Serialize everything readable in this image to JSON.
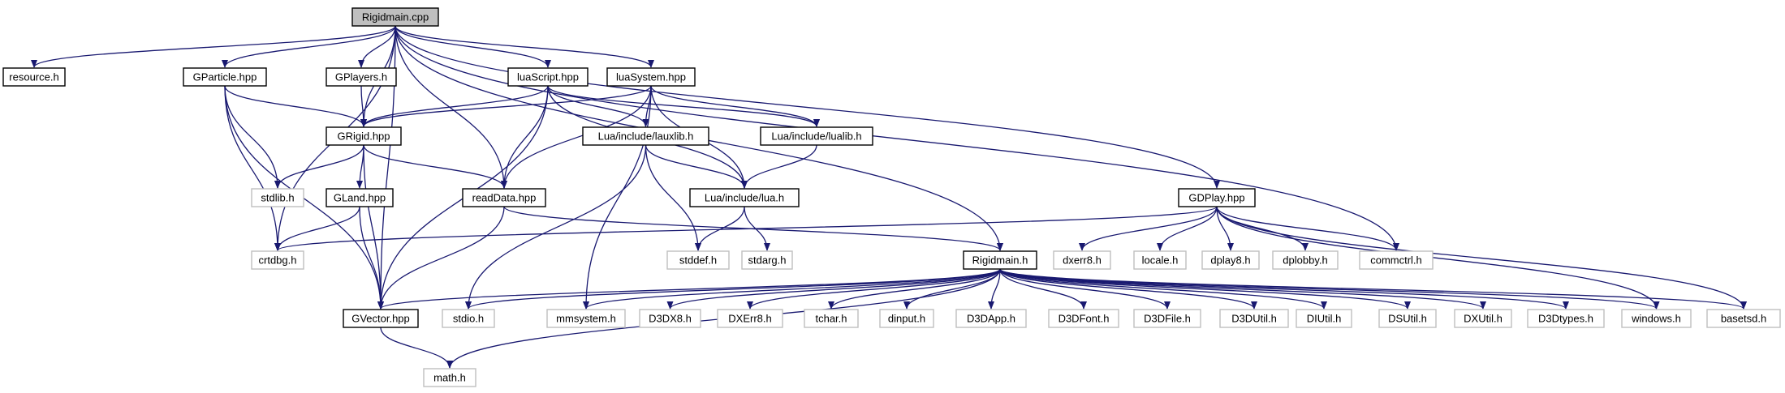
{
  "colors": {
    "edge": "#191970",
    "box_border_internal": "#000000",
    "box_border_external": "#bfbfbf",
    "root_fill": "#bfbfbf",
    "text": "#000000",
    "background": "#ffffff"
  },
  "nodes": [
    {
      "id": "n0",
      "label": "Rigidmain.cpp",
      "kind": "root"
    },
    {
      "id": "n1",
      "label": "resource.h",
      "kind": "internal"
    },
    {
      "id": "n2",
      "label": "GParticle.hpp",
      "kind": "internal"
    },
    {
      "id": "n3",
      "label": "GPlayers.h",
      "kind": "internal"
    },
    {
      "id": "n4",
      "label": "luaScript.hpp",
      "kind": "internal"
    },
    {
      "id": "n5",
      "label": "luaSystem.hpp",
      "kind": "internal"
    },
    {
      "id": "n6",
      "label": "GRigid.hpp",
      "kind": "internal"
    },
    {
      "id": "n7",
      "label": "Lua/include/lauxlib.h",
      "kind": "internal"
    },
    {
      "id": "n8",
      "label": "Lua/include/lualib.h",
      "kind": "internal"
    },
    {
      "id": "n9",
      "label": "stdlib.h",
      "kind": "external"
    },
    {
      "id": "n10",
      "label": "GLand.hpp",
      "kind": "internal"
    },
    {
      "id": "n11",
      "label": "readData.hpp",
      "kind": "internal"
    },
    {
      "id": "n12",
      "label": "Lua/include/lua.h",
      "kind": "internal"
    },
    {
      "id": "n13",
      "label": "GDPlay.hpp",
      "kind": "internal"
    },
    {
      "id": "n14",
      "label": "crtdbg.h",
      "kind": "external"
    },
    {
      "id": "n15",
      "label": "stddef.h",
      "kind": "external"
    },
    {
      "id": "n16",
      "label": "stdarg.h",
      "kind": "external"
    },
    {
      "id": "n17",
      "label": "dxerr8.h",
      "kind": "external"
    },
    {
      "id": "n18",
      "label": "locale.h",
      "kind": "external"
    },
    {
      "id": "n19",
      "label": "dplay8.h",
      "kind": "external"
    },
    {
      "id": "n20",
      "label": "dplobby.h",
      "kind": "external"
    },
    {
      "id": "n21",
      "label": "commctrl.h",
      "kind": "external"
    },
    {
      "id": "n22",
      "label": "Rigidmain.h",
      "kind": "internal"
    },
    {
      "id": "n23",
      "label": "GVector.hpp",
      "kind": "internal"
    },
    {
      "id": "n24",
      "label": "stdio.h",
      "kind": "external"
    },
    {
      "id": "n25",
      "label": "mmsystem.h",
      "kind": "external"
    },
    {
      "id": "n26",
      "label": "D3DX8.h",
      "kind": "external"
    },
    {
      "id": "n27",
      "label": "DXErr8.h",
      "kind": "external"
    },
    {
      "id": "n28",
      "label": "tchar.h",
      "kind": "external"
    },
    {
      "id": "n29",
      "label": "dinput.h",
      "kind": "external"
    },
    {
      "id": "n30",
      "label": "D3DApp.h",
      "kind": "external"
    },
    {
      "id": "n31",
      "label": "D3DFont.h",
      "kind": "external"
    },
    {
      "id": "n32",
      "label": "D3DFile.h",
      "kind": "external"
    },
    {
      "id": "n33",
      "label": "D3DUtil.h",
      "kind": "external"
    },
    {
      "id": "n34",
      "label": "DIUtil.h",
      "kind": "external"
    },
    {
      "id": "n35",
      "label": "DSUtil.h",
      "kind": "external"
    },
    {
      "id": "n36",
      "label": "DXUtil.h",
      "kind": "external"
    },
    {
      "id": "n37",
      "label": "D3Dtypes.h",
      "kind": "external"
    },
    {
      "id": "n38",
      "label": "windows.h",
      "kind": "external"
    },
    {
      "id": "n39",
      "label": "basetsd.h",
      "kind": "external"
    },
    {
      "id": "n40",
      "label": "math.h",
      "kind": "external"
    }
  ],
  "edges": [
    [
      "n0",
      "n1"
    ],
    [
      "n0",
      "n2"
    ],
    [
      "n0",
      "n3"
    ],
    [
      "n0",
      "n4"
    ],
    [
      "n0",
      "n5"
    ],
    [
      "n0",
      "n6"
    ],
    [
      "n0",
      "n11"
    ],
    [
      "n0",
      "n13"
    ],
    [
      "n0",
      "n14"
    ],
    [
      "n0",
      "n21"
    ],
    [
      "n0",
      "n22"
    ],
    [
      "n0",
      "n23"
    ],
    [
      "n2",
      "n6"
    ],
    [
      "n2",
      "n9"
    ],
    [
      "n2",
      "n14"
    ],
    [
      "n2",
      "n23"
    ],
    [
      "n3",
      "n6"
    ],
    [
      "n4",
      "n6"
    ],
    [
      "n4",
      "n7"
    ],
    [
      "n4",
      "n8"
    ],
    [
      "n4",
      "n11"
    ],
    [
      "n4",
      "n12"
    ],
    [
      "n4",
      "n23"
    ],
    [
      "n5",
      "n6"
    ],
    [
      "n5",
      "n7"
    ],
    [
      "n5",
      "n8"
    ],
    [
      "n5",
      "n11"
    ],
    [
      "n5",
      "n12"
    ],
    [
      "n5",
      "n25"
    ],
    [
      "n6",
      "n9"
    ],
    [
      "n6",
      "n10"
    ],
    [
      "n6",
      "n11"
    ],
    [
      "n6",
      "n23"
    ],
    [
      "n7",
      "n12"
    ],
    [
      "n7",
      "n15"
    ],
    [
      "n7",
      "n24"
    ],
    [
      "n8",
      "n12"
    ],
    [
      "n10",
      "n14"
    ],
    [
      "n10",
      "n23"
    ],
    [
      "n11",
      "n22"
    ],
    [
      "n11",
      "n23"
    ],
    [
      "n12",
      "n15"
    ],
    [
      "n12",
      "n16"
    ],
    [
      "n13",
      "n14"
    ],
    [
      "n13",
      "n17"
    ],
    [
      "n13",
      "n18"
    ],
    [
      "n13",
      "n19"
    ],
    [
      "n13",
      "n20"
    ],
    [
      "n13",
      "n21"
    ],
    [
      "n13",
      "n38"
    ],
    [
      "n13",
      "n39"
    ],
    [
      "n22",
      "n23"
    ],
    [
      "n22",
      "n24"
    ],
    [
      "n22",
      "n25"
    ],
    [
      "n22",
      "n26"
    ],
    [
      "n22",
      "n27"
    ],
    [
      "n22",
      "n28"
    ],
    [
      "n22",
      "n29"
    ],
    [
      "n22",
      "n30"
    ],
    [
      "n22",
      "n31"
    ],
    [
      "n22",
      "n32"
    ],
    [
      "n22",
      "n33"
    ],
    [
      "n22",
      "n34"
    ],
    [
      "n22",
      "n35"
    ],
    [
      "n22",
      "n36"
    ],
    [
      "n22",
      "n37"
    ],
    [
      "n22",
      "n38"
    ],
    [
      "n22",
      "n39"
    ],
    [
      "n22",
      "n40"
    ],
    [
      "n23",
      "n40"
    ]
  ]
}
